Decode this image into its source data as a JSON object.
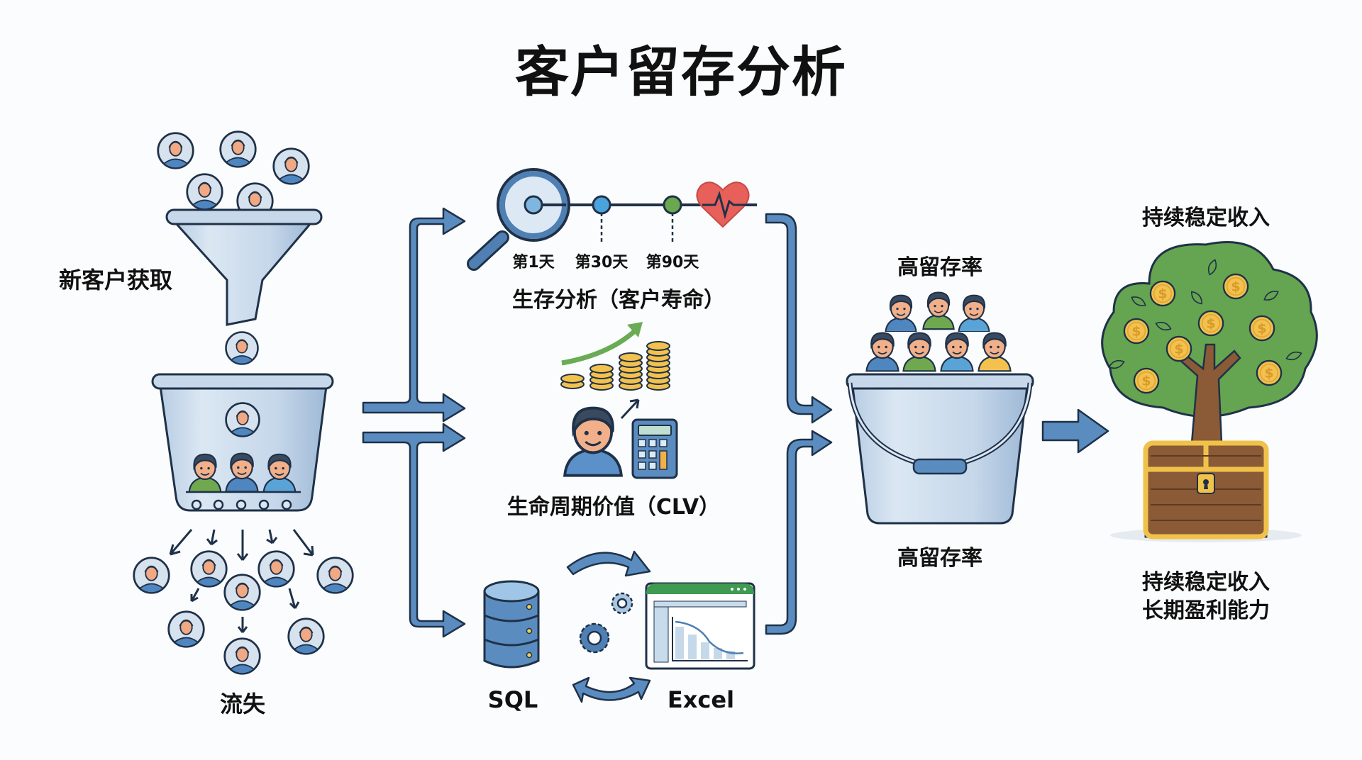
{
  "title": "客户留存分析",
  "acquisition": {
    "label": "新客户获取",
    "churn_label": "流失"
  },
  "survival": {
    "timeline": [
      "第1天",
      "第30天",
      "第90天"
    ],
    "label": "生存分析（客户寿命）"
  },
  "clv": {
    "label": "生命周期价值（CLV）"
  },
  "tools": {
    "sql_label": "SQL",
    "excel_label": "Excel"
  },
  "retention": {
    "top_label": "高留存率",
    "bottom_label": "高留存率"
  },
  "outcome": {
    "top_label": "持续稳定收入",
    "bottom_line1": "持续稳定收入",
    "bottom_line2": "长期盈利能力"
  },
  "colors": {
    "arrow_blue": "#4f7fb3",
    "outline": "#1f3148",
    "glass": "#c9d9ea",
    "coin": "#f2c14e",
    "tree_green": "#5f9e4e",
    "heart_red": "#e8605a",
    "excel_green": "#3f9a52"
  }
}
